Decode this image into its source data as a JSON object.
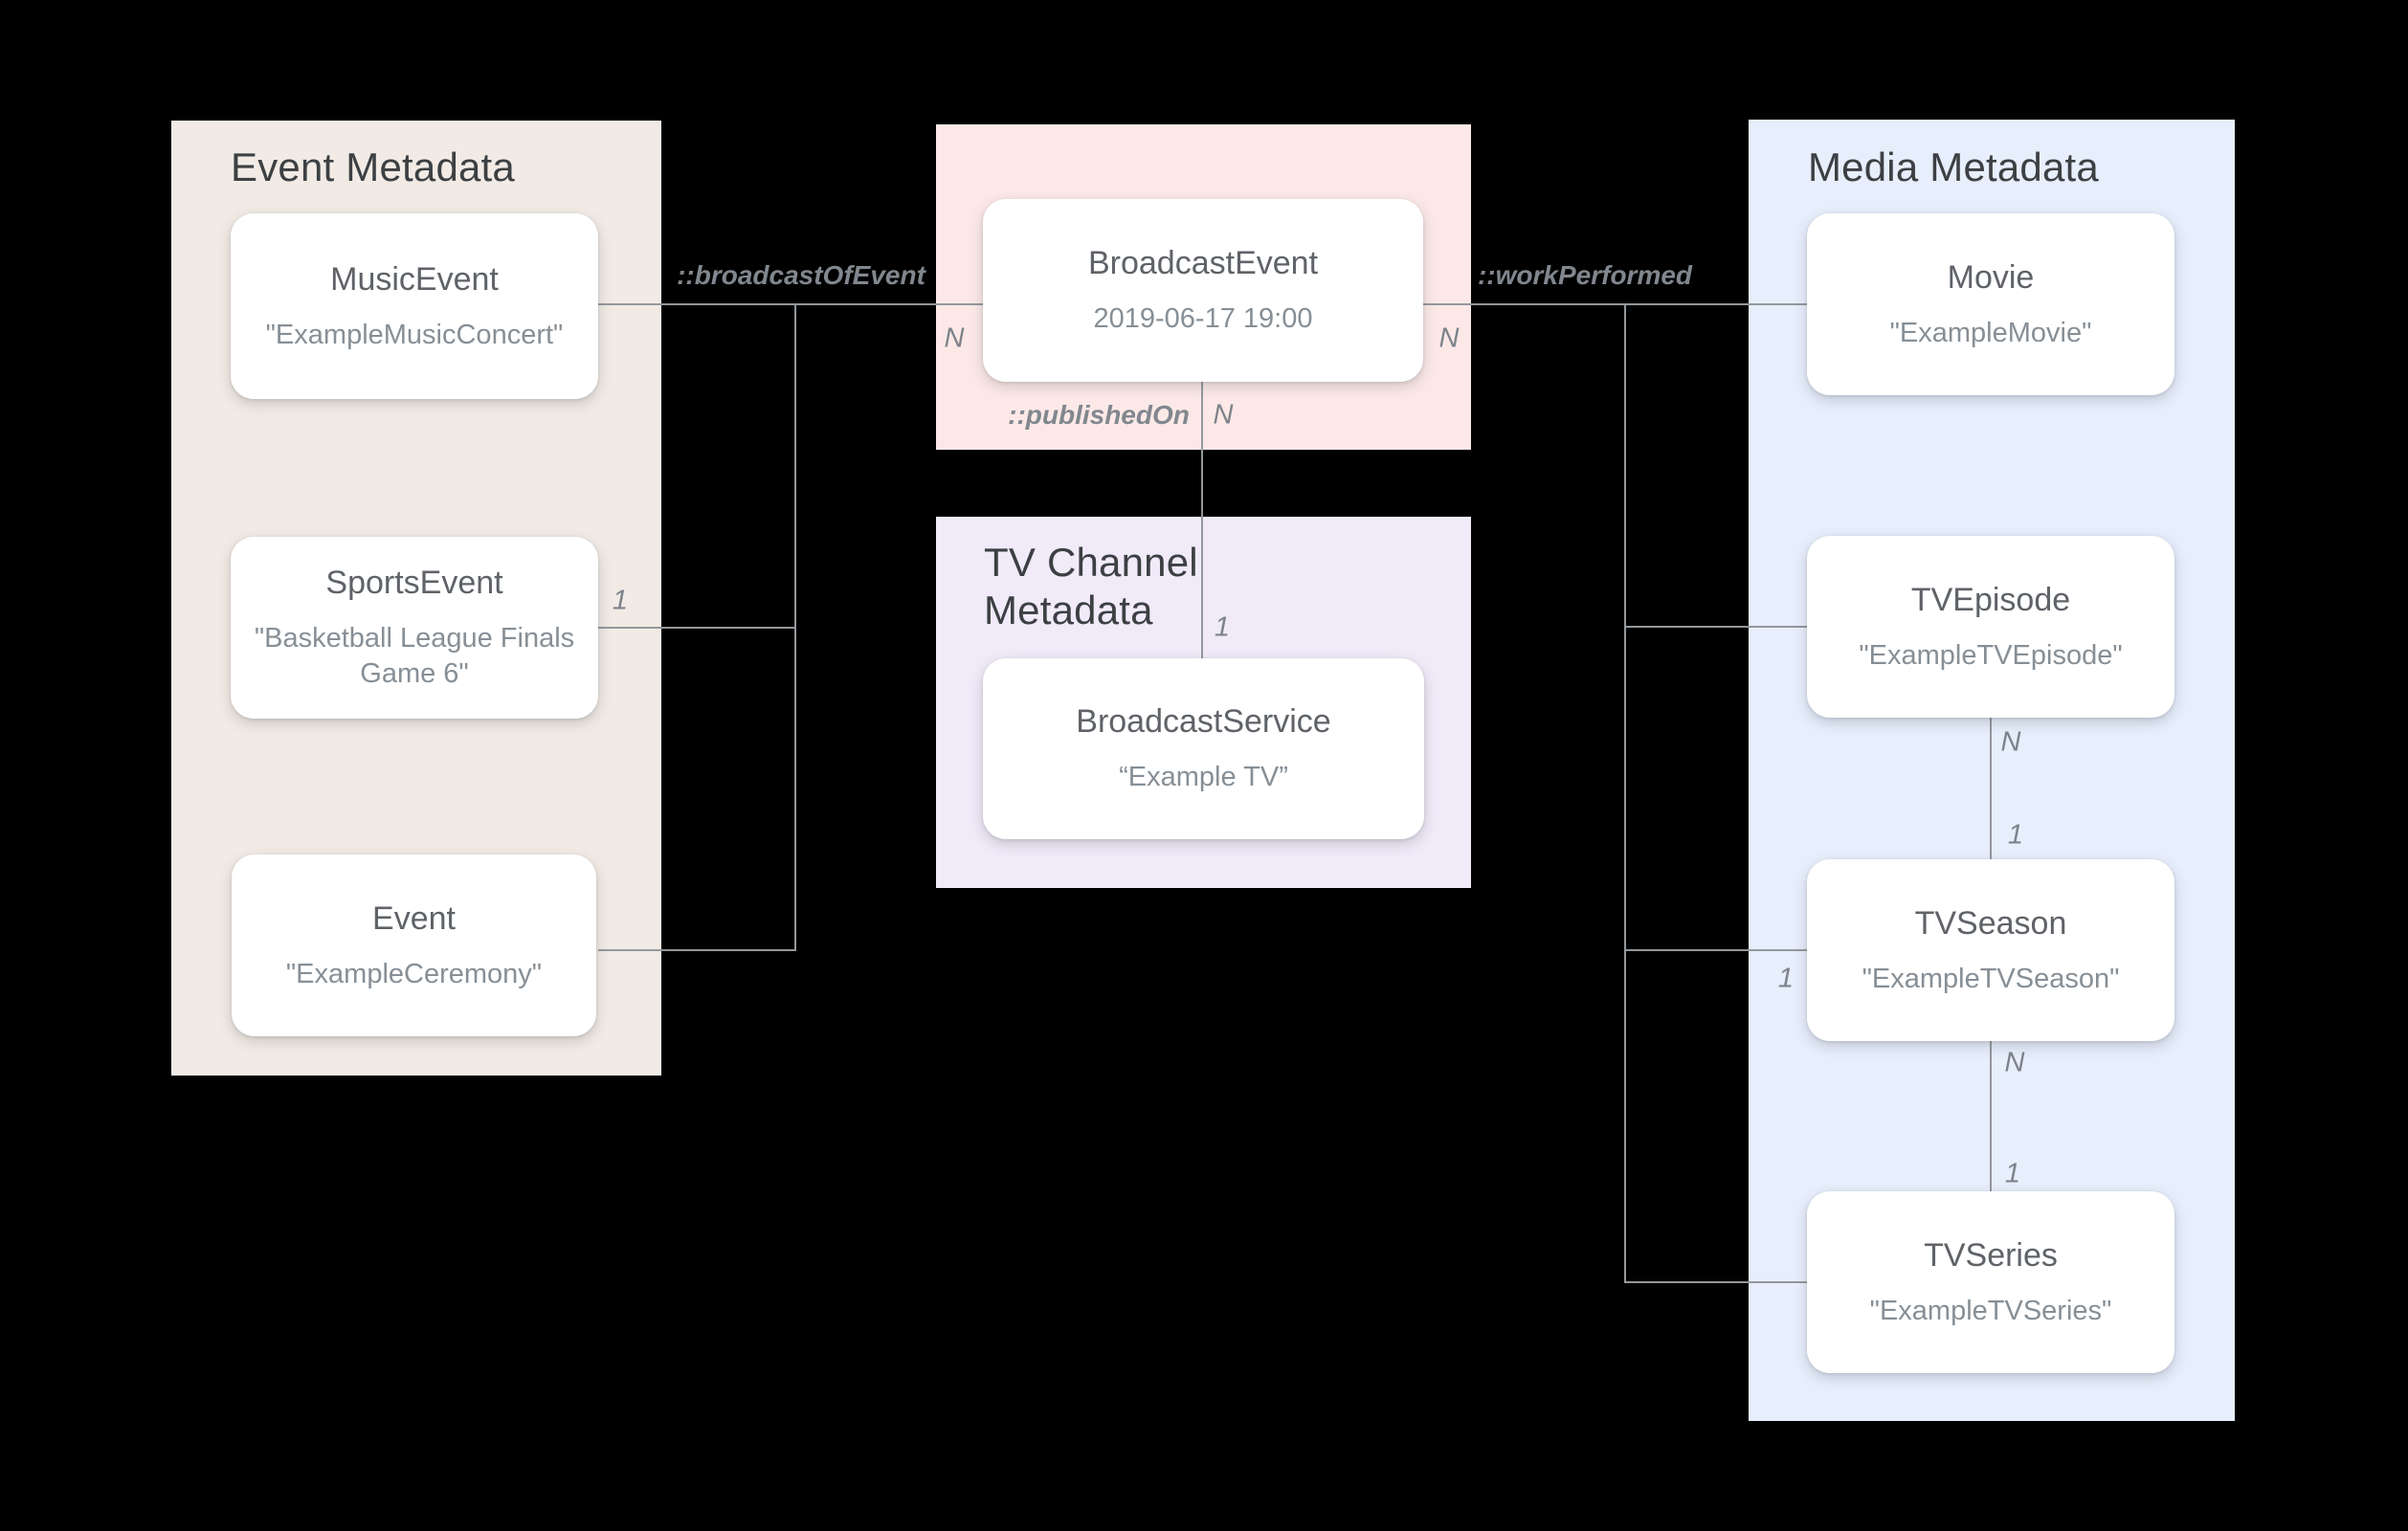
{
  "panels": {
    "event": {
      "title": "Event Metadata"
    },
    "tv_channel": {
      "title": "TV Channel Metadata"
    },
    "media": {
      "title": "Media Metadata"
    }
  },
  "boxes": {
    "music_event": {
      "title": "MusicEvent",
      "subtitle": "\"ExampleMusicConcert\""
    },
    "sports_event": {
      "title": "SportsEvent",
      "subtitle": "\"Basketball League Finals Game 6\""
    },
    "event": {
      "title": "Event",
      "subtitle": "\"ExampleCeremony\""
    },
    "broadcast_event": {
      "title": "BroadcastEvent",
      "subtitle": "2019-06-17 19:00"
    },
    "broadcast_service": {
      "title": "BroadcastService",
      "subtitle": "“Example TV”"
    },
    "movie": {
      "title": "Movie",
      "subtitle": "\"ExampleMovie\""
    },
    "tv_episode": {
      "title": "TVEpisode",
      "subtitle": "\"ExampleTVEpisode\""
    },
    "tv_season": {
      "title": "TVSeason",
      "subtitle": "\"ExampleTVSeason\""
    },
    "tv_series": {
      "title": "TVSeries",
      "subtitle": "\"ExampleTVSeries\""
    }
  },
  "relationships": {
    "broadcast_of_event": "::broadcastOfEvent",
    "work_performed": "::workPerformed",
    "published_on": "::publishedOn"
  },
  "cardinalities": {
    "broadcast_of_event_n": "N",
    "sports_event_1": "1",
    "work_performed_n": "N",
    "published_on_n": "N",
    "published_on_1": "1",
    "tv_season_stub_1": "1",
    "episode_season_n": "N",
    "episode_season_1": "1",
    "season_series_n": "N",
    "season_series_1": "1"
  },
  "colors": {
    "background": "#000000",
    "event_panel": "#f2ebe5",
    "broadcast_panel": "#fce9e7",
    "tv_channel_panel": "#f1eaf9",
    "media_panel": "#e7eefc",
    "line": "#94989c"
  }
}
